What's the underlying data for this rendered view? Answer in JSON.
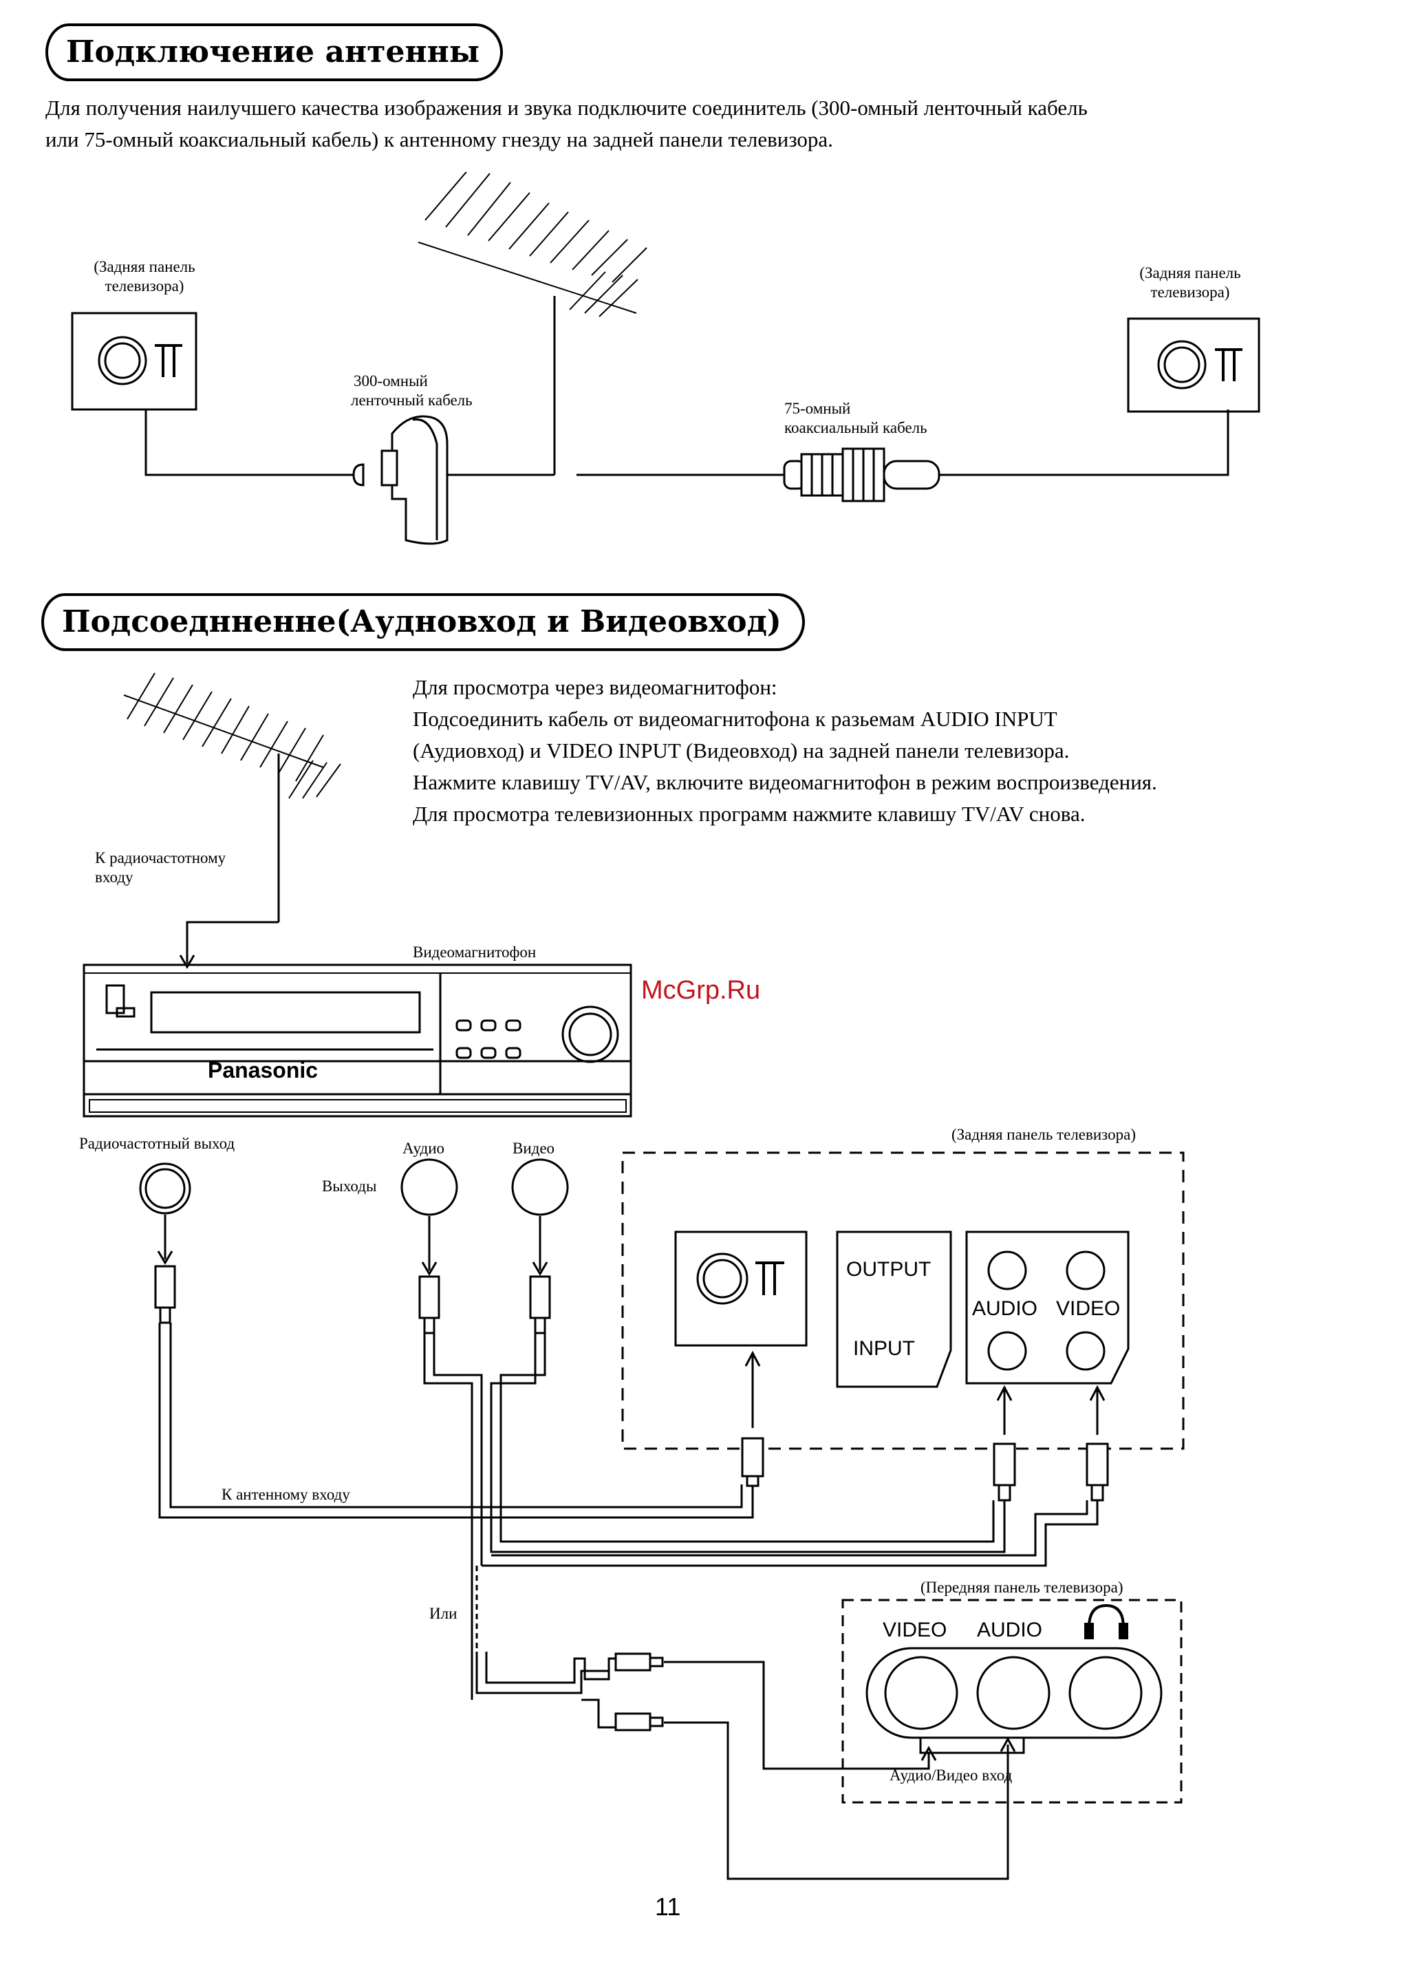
{
  "section1": {
    "title": "Подключение антенны",
    "intro_line1": "Для получения наилучшего качества изображения и звука подключите соединитель (300-омный ленточный кабель",
    "intro_line2": "или 75-омный коаксиальный кабель) к антенному гнезду на задней панели телевизора.",
    "left_panel_label_1": "(Задняя панель",
    "left_panel_label_2": "телевизора)",
    "ribbon_label_1": "300-омный",
    "ribbon_label_2": "ленточный кабель",
    "coax_label_1": "75-омный",
    "coax_label_2": "коаксиальный кабель",
    "right_panel_label_1": "(Задняя панель",
    "right_panel_label_2": "телевизора)"
  },
  "section2": {
    "title": "Подсоеднненне(Аудновход и Видеовход)",
    "para": [
      "Для просмотра через видеомагнитофон:",
      "Подсоединить кабель от видеомагнитофона к разьемам AUDIO INPUT",
      "(Аудиовход) и VIDEO INPUT (Видеовход) на задней панели телевизора.",
      "Нажмите клавишу TV/AV, включите видеомагнитофон в режим воспроизведения.",
      "Для просмотра телевизионных программ нажмите клавишу TV/AV снова."
    ],
    "rf_input_label_1": "К радиочастотному",
    "rf_input_label_2": "входу",
    "vcr_label": "Видеомагнитофон",
    "vcr_brand": "Panasonic",
    "rf_out_label": "Радиочастотный выход",
    "audio_label": "Аудио",
    "video_label": "Видео",
    "outputs_label": "Выходы",
    "tv_back_label": "(Задняя панель телевизора)",
    "output_text": "OUTPUT",
    "input_text": "INPUT",
    "audio_text": "AUDIO",
    "video_text": "VIDEO",
    "antenna_input_label": "К антенному входу",
    "or_label": "Или",
    "tv_front_label": "(Передняя панель телевизора)",
    "front_video_text": "VIDEO",
    "front_audio_text": "AUDIO",
    "av_input_label": "Аудио/Видео вход"
  },
  "watermark": "McGrp.Ru",
  "page_number": "11"
}
